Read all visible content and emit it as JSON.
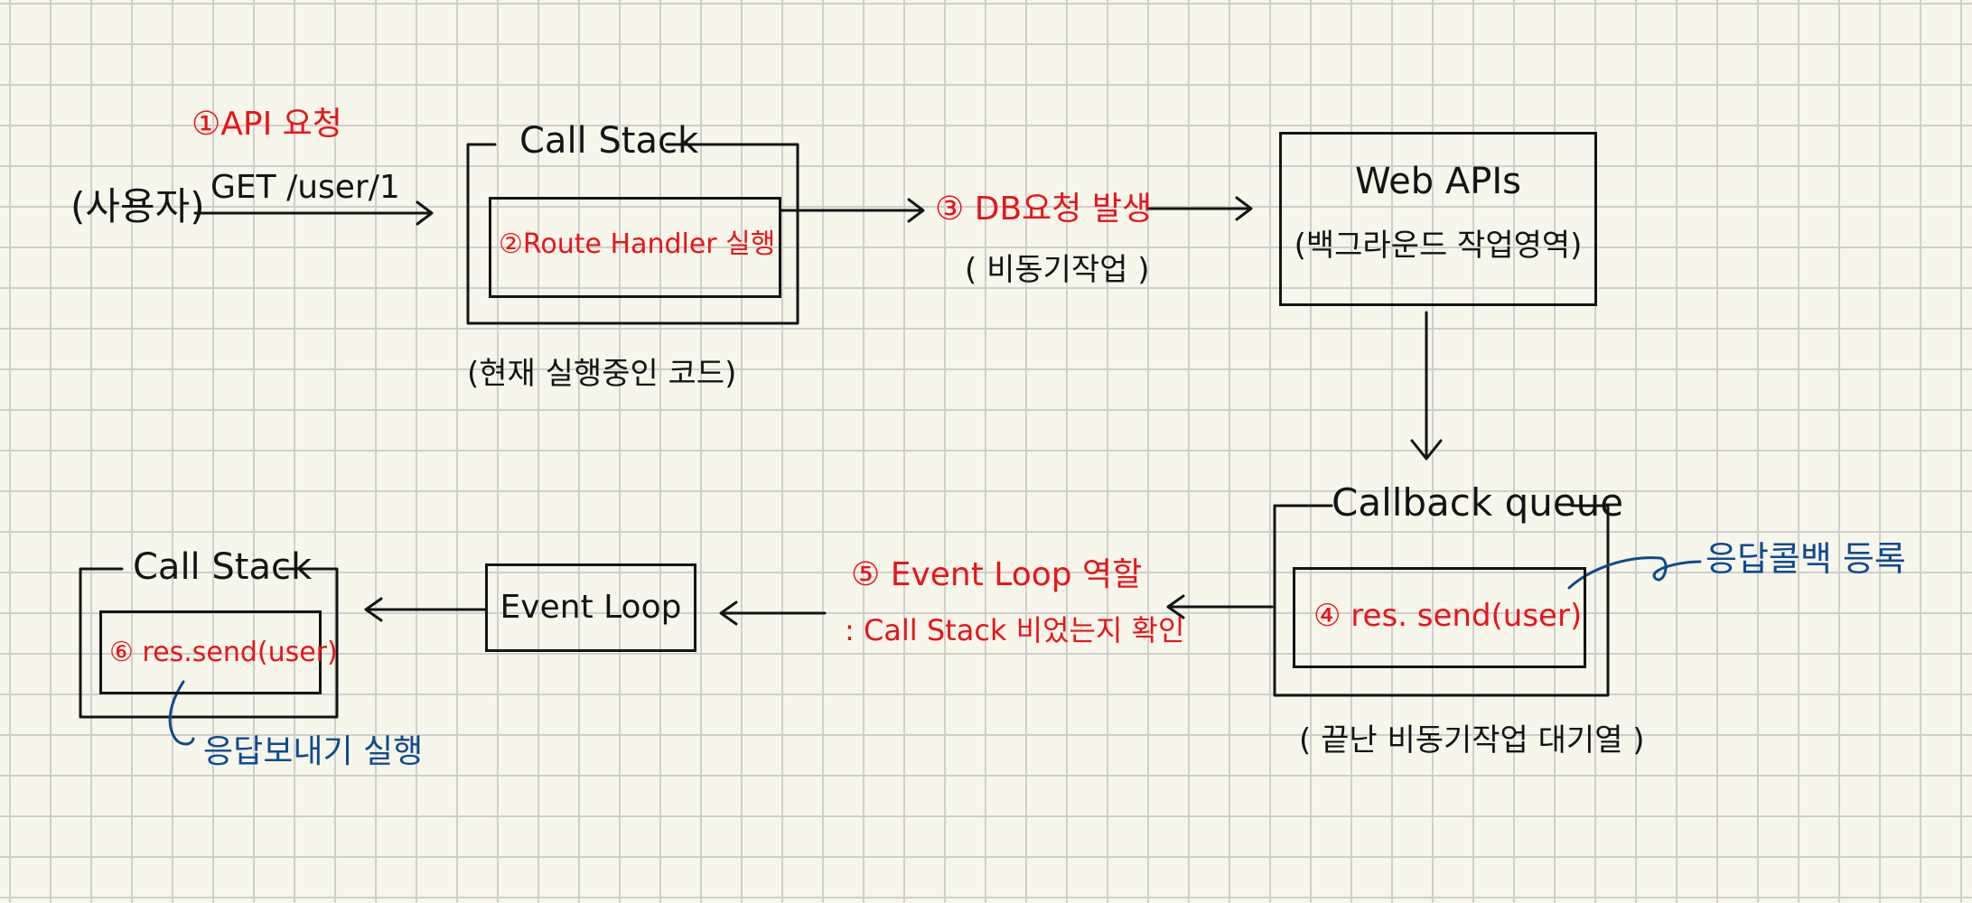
{
  "labels": {
    "user": "(사용자)",
    "step1": "①API 요청",
    "request": "GET /user/1",
    "callstack1_title": "Call Stack",
    "step2": "②Route Handler 실행",
    "callstack1_note": "(현재 실행중인 코드)",
    "step3": "③ DB요청 발생",
    "async_note": "( 비동기작업 )",
    "webapi_title": "Web APIs",
    "webapi_note": "(백그라운드 작업영역)",
    "callback_title": "Callback queue",
    "step4": "④ res. send(user)",
    "callback_note": "( 끝난 비동기작업 대기열 )",
    "callback_register": "응답콜백 등록",
    "step5": "⑤ Event Loop 역할",
    "step5_detail": ": Call Stack 비었는지 확인",
    "event_loop": "Event Loop",
    "callstack2_title": "Call Stack",
    "step6": "⑥ res.send(user)",
    "send_note": "응답보내기 실행"
  },
  "colors": {
    "ink": "#141414",
    "accent_red": "#e8141c",
    "note_blue": "#0e4a8f",
    "paper": "#f7f6ea",
    "grid": "#cfcfcb"
  }
}
